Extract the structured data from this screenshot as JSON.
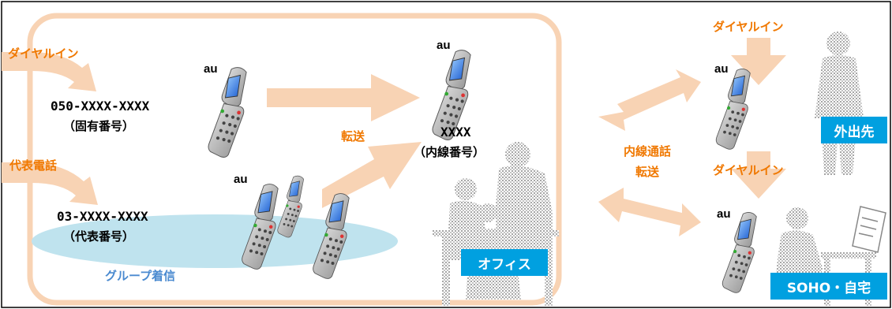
{
  "colors": {
    "orange_text": "#f07800",
    "arrow_fill": "#f8d3b4",
    "frame_stroke": "#f8d3b4",
    "label_box": "#00a0e0",
    "group_ellipse": "#bfe3ee",
    "group_text": "#4a8ad0"
  },
  "inbound": {
    "dialin_label": "ダイヤルイン",
    "dialin_number": "050-XXXX-XXXX",
    "dialin_number_note": "（固有番号）",
    "main_label": "代表電話",
    "main_number": "03-XXXX-XXXX",
    "main_number_note": "（代表番号）"
  },
  "office": {
    "au_labels": [
      "au",
      "au",
      "au"
    ],
    "forward_label": "転送",
    "extension_number": "XXXX",
    "extension_note": "（内線番号）",
    "group_label": "グループ着信",
    "office_label": "オフィス"
  },
  "middle": {
    "line1": "内線通話",
    "line2": "転送"
  },
  "remote": {
    "dialin_label_top": "ダイヤルイン",
    "dialin_label_bottom": "ダイヤルイン",
    "au_top": "au",
    "au_bottom": "au",
    "outside_label": "外出先",
    "soho_label": "SOHO・自宅"
  },
  "icons": [
    "flip-phone-icon",
    "person-silhouette-icon",
    "office-people-icon",
    "soho-worker-icon"
  ]
}
